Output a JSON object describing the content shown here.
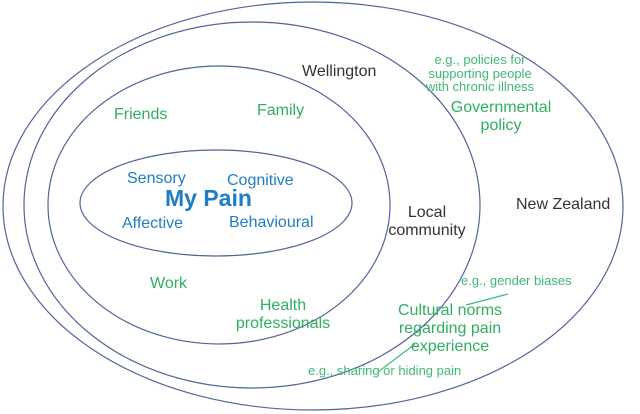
{
  "colors": {
    "background": "#ffffff",
    "ellipse_stroke": "#51639b",
    "blue_text": "#1e7ec5",
    "green_text": "#2eaf62",
    "green_example_text": "#3fb878",
    "black_text": "#333333"
  },
  "layers": {
    "individual": {
      "title": "My Pain",
      "sensory": "Sensory",
      "cognitive": "Cognitive",
      "affective": "Affective",
      "behavioural": "Behavioural"
    },
    "immediate": {
      "friends": "Friends",
      "family": "Family",
      "work": "Work",
      "health_professionals": "Health professionals"
    },
    "community": {
      "wellington": "Wellington",
      "local_community": "Local community"
    },
    "society": {
      "new_zealand": "New Zealand",
      "governmental_policy": "Governmental policy",
      "policies_example": "e.g., policies for supporting people with chronic illness",
      "cultural_norms": "Cultural norms regarding pain experience",
      "gender_example": "e.g., gender biases",
      "sharing_example": "e.g., sharing or hiding pain"
    }
  }
}
